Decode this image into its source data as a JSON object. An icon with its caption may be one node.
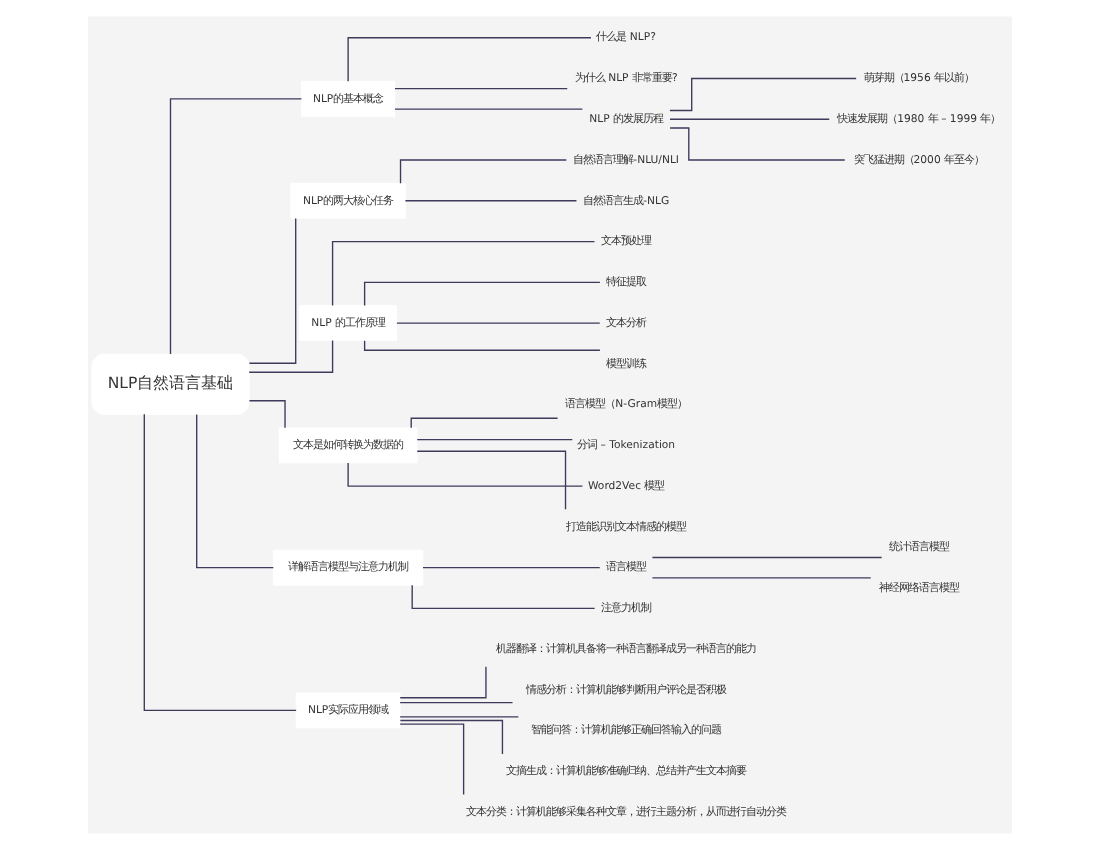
{
  "diagram": {
    "nodes": [
      {
        "text": [
          "NLP自然语言基础"
        ]
      },
      {
        "text": [
          "NLP的基本概念"
        ]
      },
      {
        "text": [
          "什么是 NLP?"
        ]
      },
      {
        "text": [
          "为什么 NLP 非常重要?"
        ]
      },
      {
        "text": [
          "NLP 的发展历程"
        ]
      },
      {
        "text": [
          "萌芽期（1956 年以前）"
        ]
      },
      {
        "text": [
          "快速发展期（1980 年 – 1999 年）"
        ]
      },
      {
        "text": [
          "突飞猛进期（2000 年至今）"
        ]
      },
      {
        "text": [
          "NLP的两大核心任务"
        ]
      },
      {
        "text": [
          "自然语言理解-NLU/NLI"
        ]
      },
      {
        "text": [
          "自然语言生成-NLG"
        ]
      },
      {
        "text": [
          "NLP 的工作原理"
        ]
      },
      {
        "text": [
          "文本预处理"
        ]
      },
      {
        "text": [
          "特征提取"
        ]
      },
      {
        "text": [
          "文本分析"
        ]
      },
      {
        "text": [
          "模型训练"
        ]
      },
      {
        "text": [
          "文本是如何转换为数据的"
        ]
      },
      {
        "text": [
          "语言模型（N-Gram模型）"
        ]
      },
      {
        "text": [
          "分词 – Tokenization"
        ]
      },
      {
        "text": [
          "Word2Vec 模型"
        ]
      },
      {
        "text": [
          "打造能识别文本情感的模型"
        ]
      },
      {
        "text": [
          "详解语言模型与注意力机制"
        ]
      },
      {
        "text": [
          "语言模型"
        ]
      },
      {
        "text": [
          "统计语言模型"
        ]
      },
      {
        "text": [
          "神经网络语言模型"
        ]
      },
      {
        "text": [
          "注意力机制"
        ]
      },
      {
        "text": [
          "NLP实际应用领域"
        ]
      },
      {
        "text": [
          "机器翻译：计算机具备将一种语言翻译成另一种语言的能力"
        ]
      },
      {
        "text": [
          "情感分析：计算机能够判断用户评论是否积极"
        ]
      },
      {
        "text": [
          "智能问答：计算机能够正确回答输入的问题"
        ]
      },
      {
        "text": [
          "文摘生成：计算机能够准确归纳、总结并产生文本摘要"
        ]
      },
      {
        "text": [
          "文本分类：计算机能够采集各种文章，进行主题分析，从而进行自动分类"
        ]
      }
    ],
    "edges": [
      {
        "from": 0,
        "to": 1,
        "arrow": "none"
      },
      {
        "from": 1,
        "to": 2,
        "arrow": "none"
      },
      {
        "from": 1,
        "to": 3,
        "arrow": "none"
      },
      {
        "from": 1,
        "to": 4,
        "arrow": "none"
      },
      {
        "from": 4,
        "to": 5,
        "arrow": "none"
      },
      {
        "from": 4,
        "to": 6,
        "arrow": "none"
      },
      {
        "from": 4,
        "to": 7,
        "arrow": "none"
      },
      {
        "from": 0,
        "to": 8,
        "arrow": "none"
      },
      {
        "from": 8,
        "to": 9,
        "arrow": "none"
      },
      {
        "from": 8,
        "to": 10,
        "arrow": "none"
      },
      {
        "from": 0,
        "to": 11,
        "arrow": "none"
      },
      {
        "from": 11,
        "to": 12,
        "arrow": "none"
      },
      {
        "from": 11,
        "to": 13,
        "arrow": "none"
      },
      {
        "from": 11,
        "to": 14,
        "arrow": "none"
      },
      {
        "from": 11,
        "to": 15,
        "arrow": "none"
      },
      {
        "from": 0,
        "to": 16,
        "arrow": "none"
      },
      {
        "from": 16,
        "to": 17,
        "arrow": "none"
      },
      {
        "from": 16,
        "to": 18,
        "arrow": "none"
      },
      {
        "from": 16,
        "to": 19,
        "arrow": "none"
      },
      {
        "from": 16,
        "to": 20,
        "arrow": "none"
      },
      {
        "from": 0,
        "to": 21,
        "arrow": "none"
      },
      {
        "from": 21,
        "to": 22,
        "arrow": "none"
      },
      {
        "from": 22,
        "to": 23,
        "arrow": "none"
      },
      {
        "from": 22,
        "to": 24,
        "arrow": "none"
      },
      {
        "from": 21,
        "to": 25,
        "arrow": "none"
      },
      {
        "from": 0,
        "to": 26,
        "arrow": "none"
      },
      {
        "from": 26,
        "to": 27,
        "arrow": "none"
      },
      {
        "from": 26,
        "to": 28,
        "arrow": "none"
      },
      {
        "from": 26,
        "to": 29,
        "arrow": "none"
      },
      {
        "from": 26,
        "to": 30,
        "arrow": "none"
      },
      {
        "from": 26,
        "to": 31,
        "arrow": "none"
      }
    ]
  }
}
